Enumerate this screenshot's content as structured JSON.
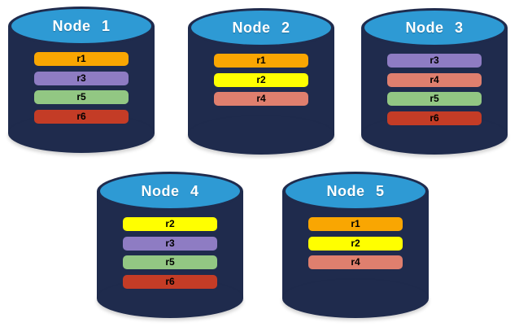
{
  "colors": {
    "background": "#FFFFFF",
    "cylinder_body": "#1F2B4D",
    "cylinder_top": "#2E9AD4",
    "node_label_text": "#FFFFFF",
    "replica_label_text": "#000000"
  },
  "replica_legend": {
    "r1": "#F9A602",
    "r2": "#FFFF00",
    "r3": "#8E7CC3",
    "r4": "#DF7F6E",
    "r5": "#92C783",
    "r6": "#C43C26"
  },
  "nodes": [
    {
      "label": "Node 1",
      "replicas": [
        {
          "label": "r1",
          "color": "#F9A602"
        },
        {
          "label": "r3",
          "color": "#8E7CC3"
        },
        {
          "label": "r5",
          "color": "#92C783"
        },
        {
          "label": "r6",
          "color": "#C43C26"
        }
      ]
    },
    {
      "label": "Node 2",
      "replicas": [
        {
          "label": "r1",
          "color": "#F9A602"
        },
        {
          "label": "r2",
          "color": "#FFFF00"
        },
        {
          "label": "r4",
          "color": "#DF7F6E"
        }
      ]
    },
    {
      "label": "Node 3",
      "replicas": [
        {
          "label": "r3",
          "color": "#8E7CC3"
        },
        {
          "label": "r4",
          "color": "#DF7F6E"
        },
        {
          "label": "r5",
          "color": "#92C783"
        },
        {
          "label": "r6",
          "color": "#C43C26"
        }
      ]
    },
    {
      "label": "Node 4",
      "replicas": [
        {
          "label": "r2",
          "color": "#FFFF00"
        },
        {
          "label": "r3",
          "color": "#8E7CC3"
        },
        {
          "label": "r5",
          "color": "#92C783"
        },
        {
          "label": "r6",
          "color": "#C43C26"
        }
      ]
    },
    {
      "label": "Node 5",
      "replicas": [
        {
          "label": "r1",
          "color": "#F9A602"
        },
        {
          "label": "r2",
          "color": "#FFFF00"
        },
        {
          "label": "r4",
          "color": "#DF7F6E"
        }
      ]
    }
  ]
}
